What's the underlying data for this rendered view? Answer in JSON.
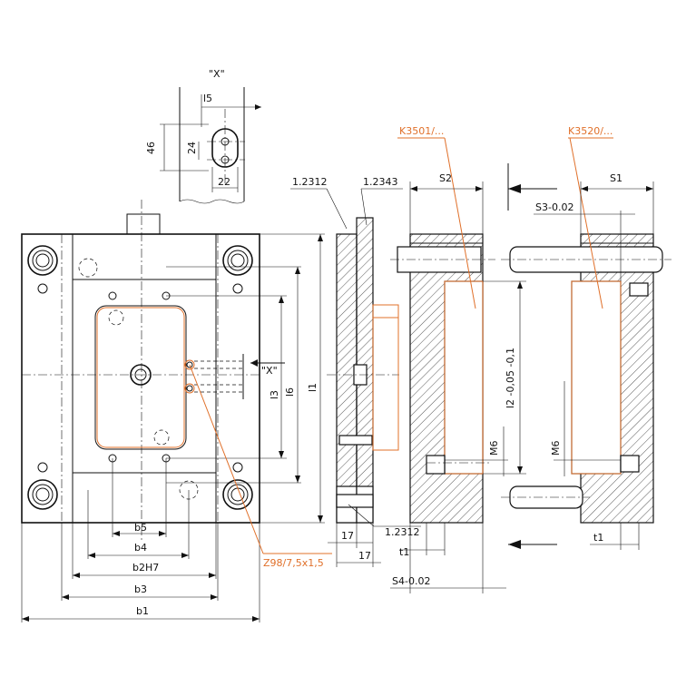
{
  "detail": {
    "title": "\"X\"",
    "l5": "l5",
    "dim46": "46",
    "dim24": "24",
    "dim22": "22"
  },
  "materials": {
    "left_plate": "1.2312",
    "core_plate": "1.2343",
    "bottom": "1.2312"
  },
  "orange_refs": {
    "k3501": "K3501/...",
    "k3520": "K3520/...",
    "z98": "Z98/7,5x1,5"
  },
  "front_view": {
    "arrow_x": "\"X\"",
    "l1": "l1",
    "l3": "l3",
    "l6": "l6",
    "b1": "b1",
    "b2": "b2H7",
    "b3": "b3",
    "b4": "b4",
    "b5": "b5"
  },
  "section_mid": {
    "s2": "S2",
    "l2": "l2 -0,05 -0,1",
    "m6": "M6",
    "t1": "t1",
    "s4": "S4-0.02",
    "d17a": "17",
    "d17b": "17"
  },
  "section_right": {
    "s1": "S1",
    "s3": "S3-0.02",
    "m6": "M6",
    "t1": "t1"
  }
}
